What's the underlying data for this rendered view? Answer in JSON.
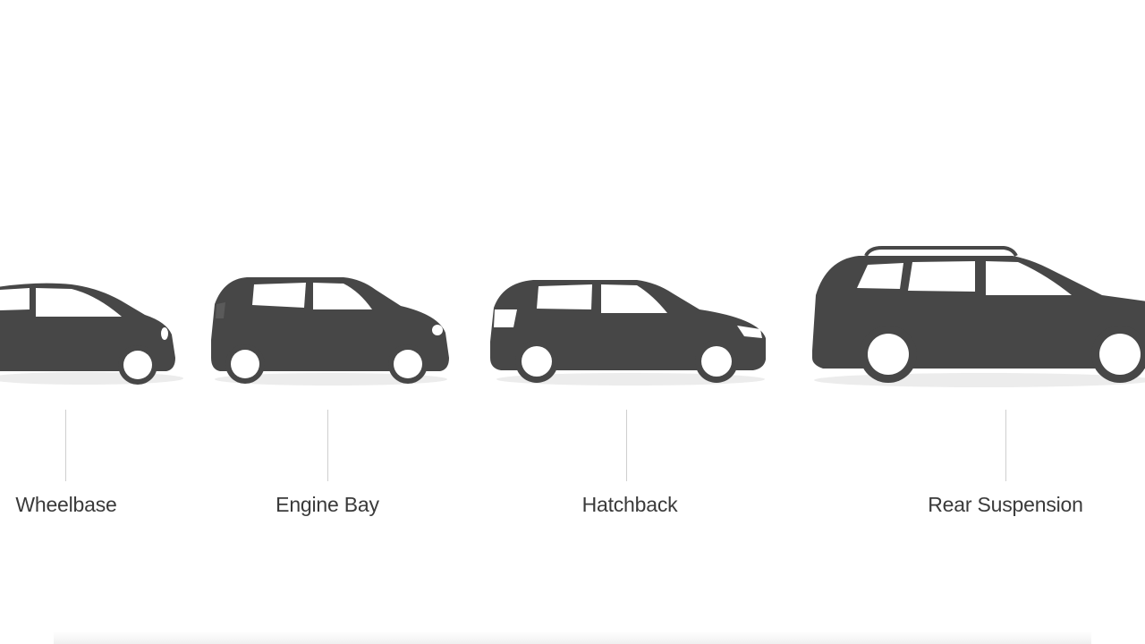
{
  "diagram": {
    "vehicles": [
      {
        "kind": "hatchback",
        "label": "Wheelbase",
        "colors": {
          "body": "#474747"
        }
      },
      {
        "kind": "hatchback",
        "label": "Engine Bay",
        "colors": {
          "body": "#474747"
        }
      },
      {
        "kind": "hatchback",
        "label": "Hatchback",
        "colors": {
          "body": "#474747"
        }
      },
      {
        "kind": "suv-wagon",
        "label": "Rear Suspension",
        "colors": {
          "body": "#474747"
        }
      }
    ],
    "labels": {
      "wheelbase": "Wheelbase",
      "engine_bay": "Engine Bay",
      "hatchback": "Hatchback",
      "rear_suspension": "Rear Suspension"
    },
    "colors": {
      "background": "#ffffff",
      "car_body": "#474747",
      "window": "#ffffff",
      "wheel_hub": "#ffffff",
      "shadow": "#e8e8e8",
      "leader_line": "#cfcfcf",
      "label_text": "#3a3a3a"
    }
  }
}
